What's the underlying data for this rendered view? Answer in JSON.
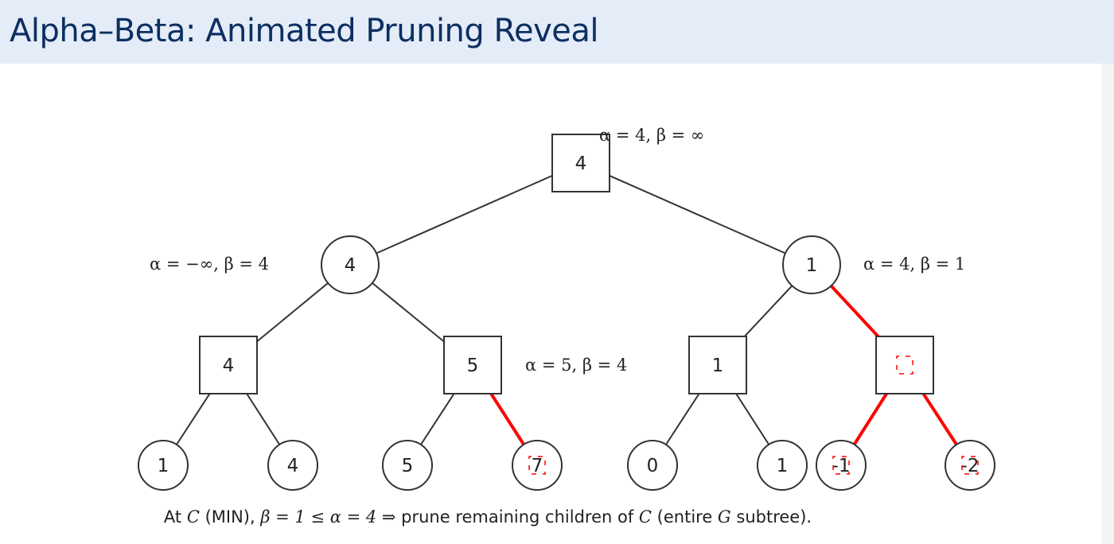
{
  "title": "Alpha–Beta: Animated Pruning Reveal",
  "colors": {
    "prune": "#ff0000",
    "node": "#333333",
    "header_bg": "#e3ecf7",
    "title": "#0d2f61"
  },
  "nodes": [
    {
      "id": "root",
      "type": "max",
      "value": "4"
    },
    {
      "id": "B",
      "type": "min",
      "value": "4"
    },
    {
      "id": "C",
      "type": "min",
      "value": "1"
    },
    {
      "id": "D",
      "type": "max",
      "value": "4"
    },
    {
      "id": "E",
      "type": "max",
      "value": "5"
    },
    {
      "id": "F",
      "type": "max",
      "value": "1"
    },
    {
      "id": "G",
      "type": "max",
      "value": "",
      "pruned": true
    },
    {
      "id": "l1",
      "type": "leaf",
      "value": "1"
    },
    {
      "id": "l2",
      "type": "leaf",
      "value": "4"
    },
    {
      "id": "l3",
      "type": "leaf",
      "value": "5"
    },
    {
      "id": "l4",
      "type": "leaf",
      "value": "7",
      "pruned": true
    },
    {
      "id": "l5",
      "type": "leaf",
      "value": "0"
    },
    {
      "id": "l6",
      "type": "leaf",
      "value": "1"
    },
    {
      "id": "l7",
      "type": "leaf",
      "value": "-1",
      "pruned": true
    },
    {
      "id": "l8",
      "type": "leaf",
      "value": "-2",
      "pruned": true
    }
  ],
  "labels": {
    "root": "α = 4,  β = ∞",
    "B": "α = −∞,  β = 4",
    "C": "α = 4,  β = 1",
    "E": "α = 5,  β = 4"
  },
  "caption": {
    "p1": "At ",
    "C": "C",
    "p2": " (MIN), ",
    "math": "β = 1 ≤ α = 4 ⇒",
    "p3": " prune remaining children of ",
    "C2": "C",
    "p4": " (entire ",
    "G": "G",
    "p5": " subtree)."
  }
}
